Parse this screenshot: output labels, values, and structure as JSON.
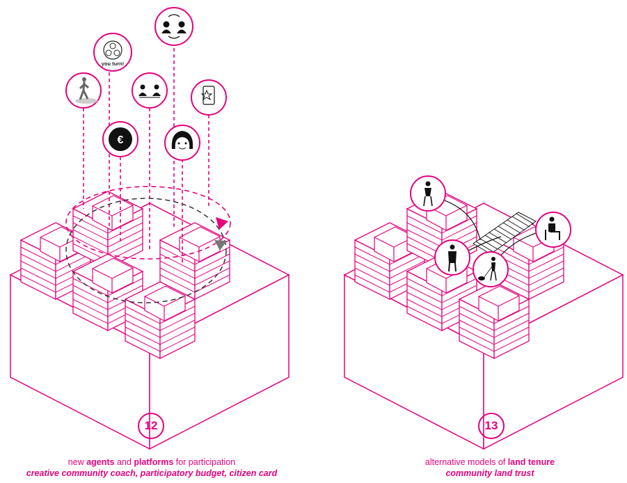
{
  "colors": {
    "accent": "#e5007e",
    "ink": "#111111",
    "grey": "#555555"
  },
  "diagram_12": {
    "number": "12",
    "icons": [
      "walking-person-icon",
      "you-turn-group-icon",
      "euro-coin-icon",
      "people-discussing-icon",
      "people-exchange-icon",
      "smiling-face-icon",
      "smartphone-star-icon"
    ],
    "you_turn_label": "you turn!",
    "caption": {
      "p1": "new ",
      "b1": "agents",
      "p2": " and ",
      "b2": "platforms",
      "p3": " for participation",
      "sub": "creative community coach, participatory budget, citizen card"
    }
  },
  "diagram_13": {
    "number": "13",
    "icons": [
      "standing-woman-icon",
      "man-standing-icon",
      "person-with-dog-icon",
      "seated-person-icon"
    ],
    "caption": {
      "p1": "alternative models of ",
      "b1": "land tenure",
      "sub": "community land trust"
    }
  }
}
